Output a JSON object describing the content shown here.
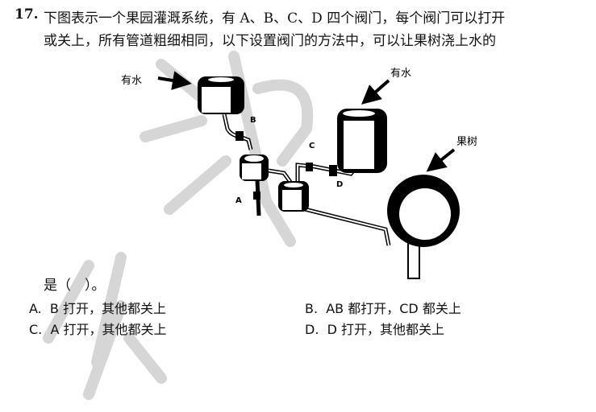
{
  "question": {
    "number": "17.",
    "line1": "下图表示一个果园灌溉系统，有 A、B、C、D 四个阀门，每个阀门可以打开",
    "line2": "或关上，所有管道粗细相同，以下设置阀门的方法中，可以让果树浇上水的",
    "line3": "是（　）。"
  },
  "diagram": {
    "labels": {
      "water_left": "有水",
      "water_right": "有水",
      "tree": "果树"
    },
    "valves": {
      "a": "A",
      "b": "B",
      "c": "C",
      "d": "D"
    }
  },
  "options": [
    {
      "letter": "A.",
      "text": "B 打开，其他都关上"
    },
    {
      "letter": "B.",
      "text": "AB 都打开，CD 都关上"
    },
    {
      "letter": "C.",
      "text": "A 打开，其他都关上"
    },
    {
      "letter": "D.",
      "text": "D 打开，其他都关上"
    }
  ]
}
